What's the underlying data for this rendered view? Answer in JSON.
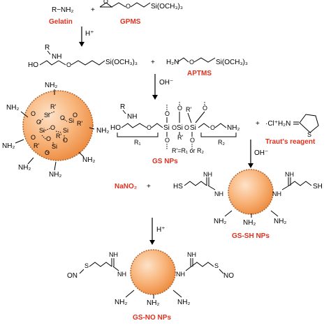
{
  "colors": {
    "red_label": "#e0301e",
    "particle_light": "#fde2c8",
    "particle_mid": "#f8b47a",
    "particle_dark": "#ec8a3e",
    "particle_edge": "#b5622a"
  },
  "reagents": {
    "gelatin_formula": "R−NH₂",
    "plus": "+",
    "gpms_formula": "Si(OCH₃)₃",
    "gelatin_label": "Gelatin",
    "gpms_label": "GPMS",
    "step1_condition": "H⁺",
    "intermediate_si": "Si(OCH₃)₃",
    "intermediate_r": "R",
    "intermediate_nh": "NH",
    "intermediate_ho": "HO",
    "aptms_h2n": "H₂N",
    "aptms_si": "Si(OCH₃)₃",
    "aptms_label": "APTMS",
    "step2_condition": "OH⁻"
  },
  "silica_particle": {
    "nh2": "NH₂",
    "si": "Si",
    "o": "O",
    "r_prime": "R'"
  },
  "gs_structure": {
    "r": "R",
    "nh": "NH",
    "ho": "HO",
    "si": "Si",
    "o": "O",
    "r_prime": "R'",
    "nh2": "NH₂",
    "r1": "R₁",
    "r_def": "R'=R₁ or R₂",
    "r2": "R₂",
    "label": "GS NPs"
  },
  "traut": {
    "formula": "·Cl⁺H₂N",
    "s": "S",
    "label": "Traut's reagent",
    "step_condition": "OH⁻"
  },
  "gs_sh": {
    "hs": "HS",
    "sh": "SH",
    "nh": "NH",
    "nh2": "NH₂",
    "label": "GS-SH NPs"
  },
  "nitrosation": {
    "reagent": "NaNO₂",
    "plus": "+",
    "condition": "H⁺"
  },
  "gs_no": {
    "on": "ON",
    "no": "NO",
    "s": "S",
    "nh": "NH",
    "nh2": "NH₂",
    "label": "GS-NO NPs"
  }
}
